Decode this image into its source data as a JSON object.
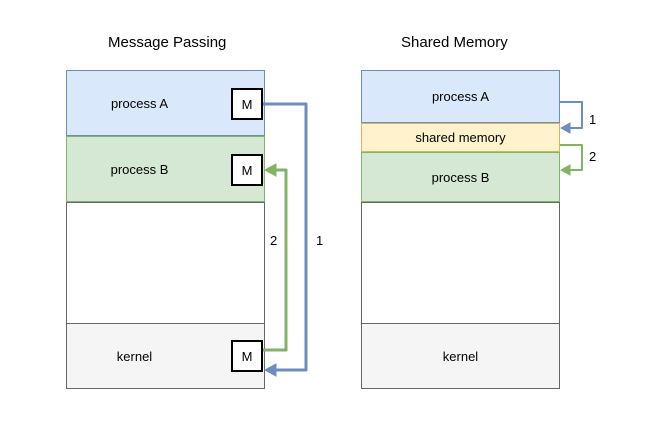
{
  "message_passing": {
    "title": "Message Passing",
    "process_a": "process A",
    "process_b": "process B",
    "kernel": "kernel",
    "message_label": "M",
    "step_1": "1",
    "step_2": "2"
  },
  "shared_memory": {
    "title": "Shared Memory",
    "process_a": "process A",
    "shared_memory": "shared memory",
    "process_b": "process B",
    "kernel": "kernel",
    "step_1": "1",
    "step_2": "2"
  },
  "colors": {
    "process_a_fill": "#dae8fc",
    "process_a_border": "#6c8ebf",
    "process_b_fill": "#d5e8d4",
    "process_b_border": "#82b366",
    "shared_fill": "#fff2cc",
    "shared_border": "#d6b656",
    "kernel_fill": "#f5f5f5",
    "kernel_border": "#666666",
    "arrow_1": "#6c8ebf",
    "arrow_2": "#82b366"
  }
}
